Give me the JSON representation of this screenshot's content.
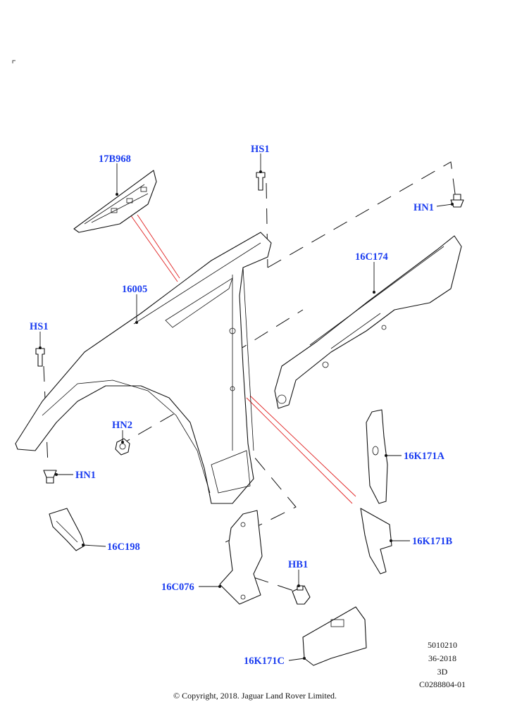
{
  "callouts": {
    "c17B968": "17B968",
    "hs1_top": "HS1",
    "hn1_right": "HN1",
    "c16C174": "16C174",
    "c16005": "16005",
    "hs1_left": "HS1",
    "hn2": "HN2",
    "hn1_left": "HN1",
    "c16K171A": "16K171A",
    "c16K171B": "16K171B",
    "c16C198": "16C198",
    "hb1": "HB1",
    "c16C076": "16C076",
    "c16K171C": "16K171C"
  },
  "meta": {
    "code": "5010210",
    "date": "36-2018",
    "view": "3D",
    "illustration": "C0288804-01"
  },
  "copyright": "© Copyright, 2018. Jaguar Land Rover Limited.",
  "colors": {
    "label": "#1a3cf0",
    "reference_line": "#e02020"
  }
}
